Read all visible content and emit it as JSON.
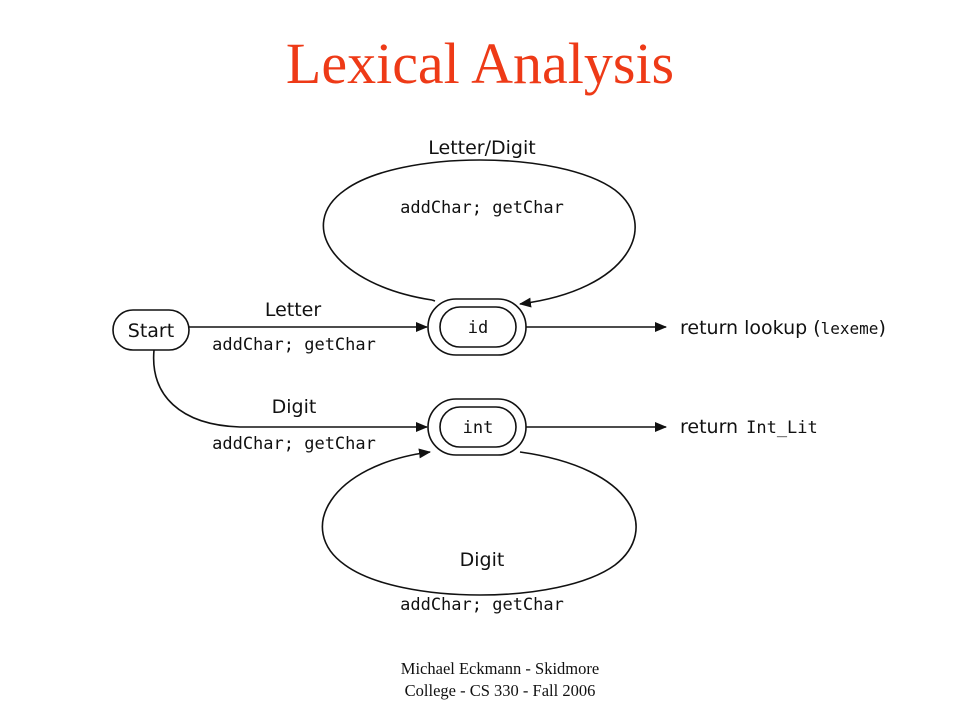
{
  "slide": {
    "title": "Lexical Analysis",
    "footer_line1": "Michael Eckmann - Skidmore",
    "footer_line2": "College - CS 330 - Fall 2006"
  },
  "diagram": {
    "states": {
      "start": "Start",
      "id": "id",
      "int": "int"
    },
    "transitions": {
      "id_loop": {
        "label": "Letter/Digit",
        "action": "addChar; getChar"
      },
      "start_to_id": {
        "label": "Letter",
        "action": "addChar; getChar"
      },
      "start_to_int": {
        "label": "Digit",
        "action": "addChar; getChar"
      },
      "int_loop": {
        "label": "Digit",
        "action": "addChar; getChar"
      }
    },
    "outputs": {
      "id_prefix": "return lookup (",
      "id_arg": "lexeme",
      "id_suffix": ")",
      "int_prefix": "return",
      "int_value": "Int_Lit"
    }
  }
}
